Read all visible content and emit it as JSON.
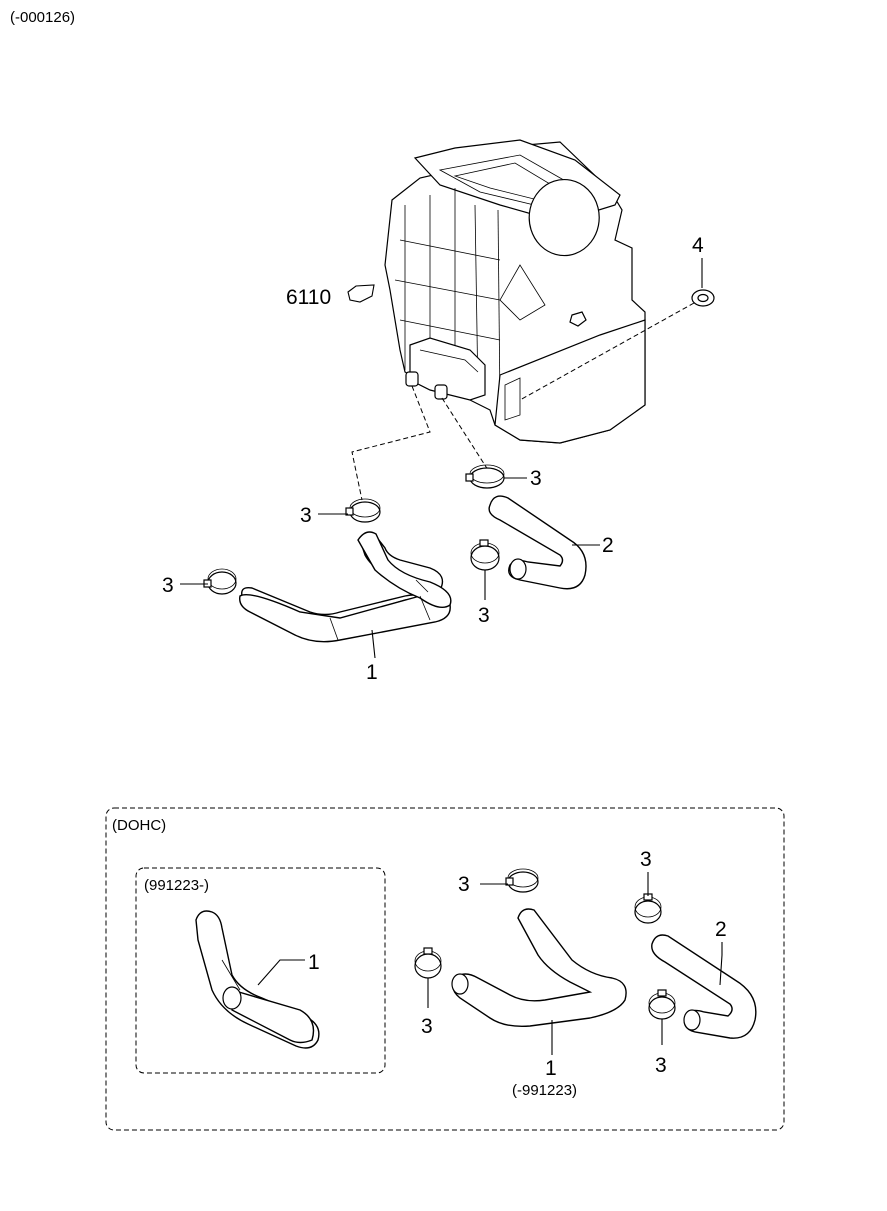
{
  "header": {
    "range_note": "(-000126)"
  },
  "main": {
    "callouts": {
      "heater_unit_ref": "6110",
      "grommet": "4",
      "clamp_upper_right": "3",
      "clamp_upper_left": "3",
      "clamp_left": "3",
      "clamp_mid": "3",
      "hose_outlet": "2",
      "hose_inlet": "1"
    }
  },
  "dohc_section": {
    "title": "(DOHC)",
    "inset": {
      "title": "(991223-)",
      "hose_label": "1"
    },
    "callouts": {
      "clamp_top": "3",
      "clamp_left": "3",
      "hose_inlet": "1",
      "hose_inlet_note": "(-991223)",
      "clamp_right_top": "3",
      "hose_outlet": "2",
      "clamp_right_bottom": "3"
    }
  }
}
